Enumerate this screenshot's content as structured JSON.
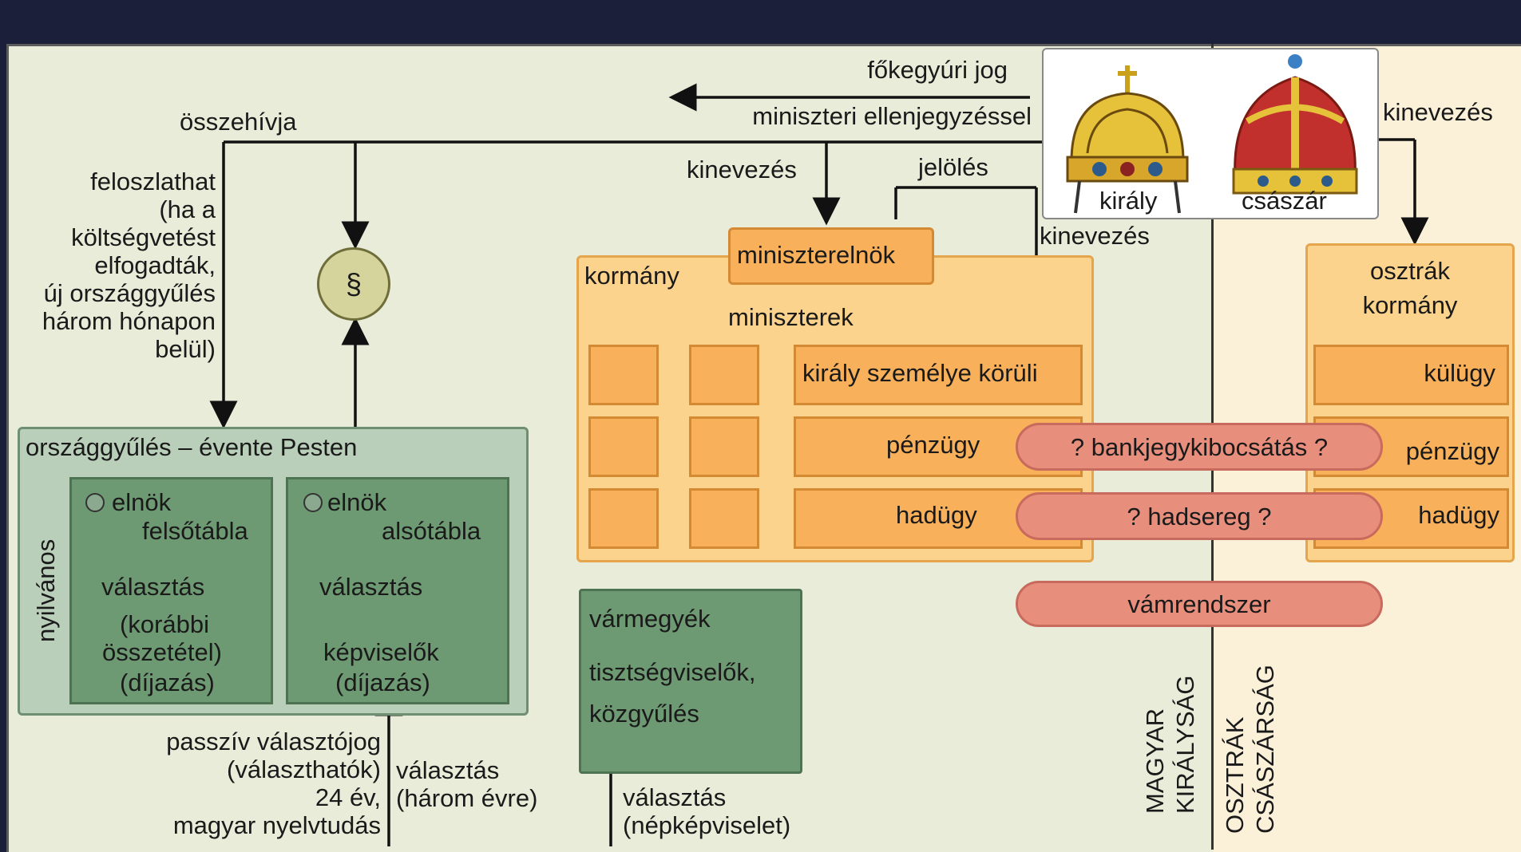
{
  "labels": {
    "fokegyuri": "főkegyúri jog",
    "miniszteri": "miniszteri ellenjegyzéssel",
    "osszehivja": "összehívja",
    "kinevezes1": "kinevezés",
    "jeloles": "jelölés",
    "kinevezes2": "kinevezés",
    "kinevezes3": "kinevezés",
    "feloszlathat": [
      "feloszlathat",
      "(ha a",
      "költségvetést",
      "elfogadták,",
      "új országgyűlés",
      "három hónapon",
      "belül)"
    ],
    "paragraph": "§",
    "kiraly": "király",
    "csaszar": "császár"
  },
  "kormany": {
    "title": "kormány",
    "miniszterelnok": "miniszterelnök",
    "miniszterek": "miniszterek",
    "kiraly_korul": "király személye körüli",
    "penzugy": "pénzügy",
    "hadugy": "hadügy"
  },
  "osztrak": {
    "title_line1": "osztrák",
    "title_line2": "kormány",
    "kulugy": "külügy",
    "penzugy": "pénzügy",
    "hadugy": "hadügy"
  },
  "pills": {
    "bankjegy": "? bankjegykibocsátás ?",
    "hadsereg": "? hadsereg ?",
    "vamrendszer": "vámrendszer"
  },
  "orszaggyules": {
    "title": "országgyűlés – évente Pesten",
    "nyilvanos": "nyilvános",
    "elnok1": "elnök",
    "felsotabla": "felsőtábla",
    "valasztas1": "választás",
    "korabbi": "(korábbi",
    "osszetetel": "összetétel)",
    "dijazas1": "(díjazás)",
    "elnok2": "elnök",
    "alsotabla": "alsótábla",
    "valasztas2": "választás",
    "kepviselok": "képviselők",
    "dijazas2": "(díjazás)"
  },
  "varmegyek": {
    "title": "vármegyék",
    "line1": "tisztségviselők,",
    "line2": "közgyűlés"
  },
  "bottom": {
    "passziv": [
      "passzív választójog",
      "(választhatók)",
      "24 év,",
      "magyar nyelvtudás"
    ],
    "valasztas_harom": [
      "választás",
      "(három évre)"
    ],
    "valasztas_nep": [
      "választás",
      "(népképviselet)"
    ]
  },
  "regions": {
    "magyar": [
      "MAGYAR",
      "KIRÁLYSÁG"
    ],
    "osztrak": [
      "OSZTRÁK",
      "CSÁSZÁRSÁG"
    ]
  },
  "colors": {
    "green": "#6e9a73",
    "orange": "#f8b05a",
    "pill": "#e88e7d"
  }
}
